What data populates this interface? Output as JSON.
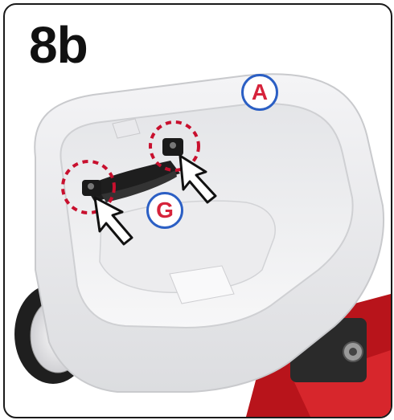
{
  "step": {
    "label": "8b"
  },
  "callouts": {
    "part_a": "A",
    "part_g": "G"
  },
  "colors": {
    "callout_border": "#2b5fc4",
    "callout_text": "#d6233b",
    "highlight_ring": "#c8102e",
    "vehicle_red": "#c4161c",
    "strap": "#1e1e1e"
  },
  "icons": [
    "dashed-highlight-circle",
    "pointer-arrow-icon",
    "wheel-icon"
  ]
}
